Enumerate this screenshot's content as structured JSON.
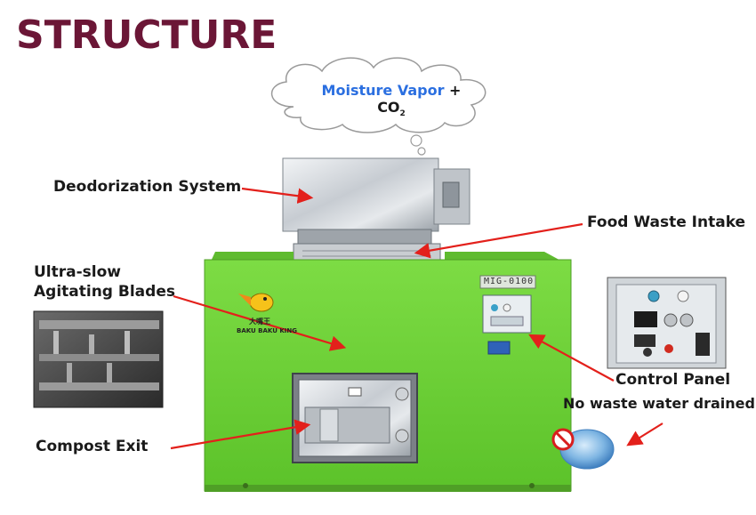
{
  "title": "STRUCTURE",
  "cloud": {
    "vapor_text": "Moisture Vapor",
    "plus": "+",
    "co2_text": "CO",
    "co2_subscript": "2"
  },
  "labels": {
    "deodorization": "Deodorization System",
    "food_waste_intake": "Food Waste Intake",
    "ultra_slow_line1": "Ultra-slow",
    "ultra_slow_line2": "Agitating Blades",
    "control_panel": "Control Panel",
    "no_waste_water": "No waste water drained",
    "compost_exit": "Compost Exit"
  },
  "machine": {
    "model_code": "MIG-0100",
    "brand_cn": "大嘴王",
    "brand_en": "BAKU BAKU KING"
  },
  "colors": {
    "title": "#6b1636",
    "machine_green": "#72d43a",
    "arrow_red": "#e3201b",
    "vapor_blue": "#2b6fe0"
  }
}
